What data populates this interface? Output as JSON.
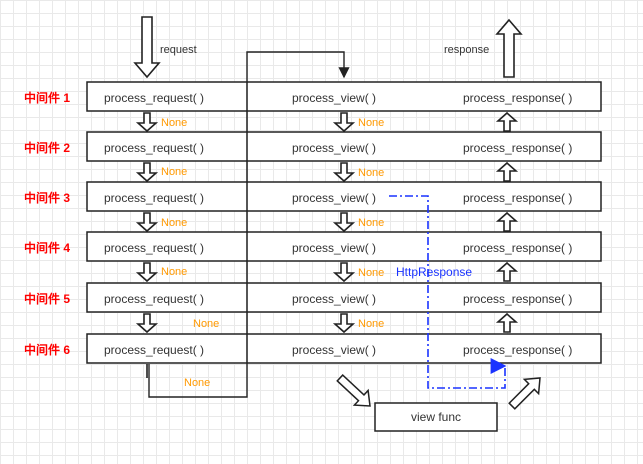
{
  "top": {
    "request_label": "request",
    "response_label": "response"
  },
  "rows": [
    {
      "middleware": "中间件 1",
      "request_fn": "process_request( )",
      "view_fn": "process_view( )",
      "response_fn": "process_response( )",
      "request_none": "None",
      "view_none": "None"
    },
    {
      "middleware": "中间件 2",
      "request_fn": "process_request( )",
      "view_fn": "process_view( )",
      "response_fn": "process_response( )",
      "request_none": "None",
      "view_none": "None"
    },
    {
      "middleware": "中间件 3",
      "request_fn": "process_request( )",
      "view_fn": "process_view( )",
      "response_fn": "process_response( )",
      "request_none": "None",
      "view_none": "None"
    },
    {
      "middleware": "中间件 4",
      "request_fn": "process_request( )",
      "view_fn": "process_view( )",
      "response_fn": "process_response( )",
      "request_none": "None",
      "view_none": "None"
    },
    {
      "middleware": "中间件 5",
      "request_fn": "process_request( )",
      "view_fn": "process_view( )",
      "response_fn": "process_response( )",
      "request_none": "None",
      "view_none": "None"
    },
    {
      "middleware": "中间件 6",
      "request_fn": "process_request( )",
      "view_fn": "process_view( )",
      "response_fn": "process_response( )",
      "request_none": "None"
    }
  ],
  "http_response_label": "HttpResponse",
  "view_func_label": "view func",
  "colors": {
    "middleware_label": "#ff0000",
    "none_label": "#ff9900",
    "http_response": "#1a33ff",
    "line": "#222222"
  }
}
